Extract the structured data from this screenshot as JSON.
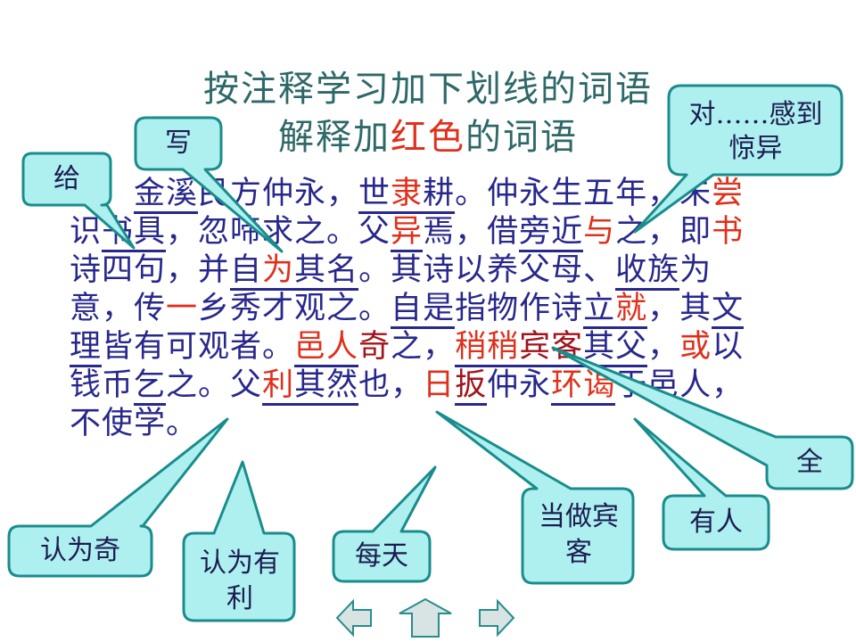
{
  "title": {
    "line1": "按注释学习加下划线的词语",
    "line2_a": "解释加",
    "line2_red": "红色",
    "line2_b": "的词语"
  },
  "passage": [
    {
      "t": "　　",
      "s": ""
    },
    {
      "t": "金溪",
      "s": "u"
    },
    {
      "t": "民方仲永，",
      "s": ""
    },
    {
      "t": "世",
      "s": "u"
    },
    {
      "t": "隶",
      "s": "u r"
    },
    {
      "t": "耕",
      "s": "u"
    },
    {
      "t": "。仲永生五年，",
      "s": ""
    },
    {
      "t": "未",
      "s": ""
    },
    {
      "t": "尝",
      "s": "r"
    },
    {
      "t": "识",
      "s": ""
    },
    {
      "t": "书具",
      "s": "u"
    },
    {
      "t": "，忽啼求之。父",
      "s": ""
    },
    {
      "t": "异",
      "s": "u r"
    },
    {
      "t": "焉，借",
      "s": ""
    },
    {
      "t": "旁近",
      "s": "u"
    },
    {
      "t": "与",
      "s": "r"
    },
    {
      "t": "之，即",
      "s": ""
    },
    {
      "t": "书",
      "s": "r"
    },
    {
      "t": "诗四句，并",
      "s": ""
    },
    {
      "t": "自",
      "s": "u"
    },
    {
      "t": "为",
      "s": "u r"
    },
    {
      "t": "其名",
      "s": "u"
    },
    {
      "t": "。其诗以",
      "s": ""
    },
    {
      "t": "养父母、",
      "s": ""
    },
    {
      "t": "收族",
      "s": "u"
    },
    {
      "t": "为意，传",
      "s": ""
    },
    {
      "t": "一",
      "s": "r"
    },
    {
      "t": "乡秀才观之。",
      "s": ""
    },
    {
      "t": "自",
      "s": "u"
    },
    {
      "t": "是",
      "s": "u"
    },
    {
      "t": "指物作诗",
      "s": ""
    },
    {
      "t": "立",
      "s": "u"
    },
    {
      "t": "就",
      "s": "u r"
    },
    {
      "t": "，其",
      "s": ""
    },
    {
      "t": "文理",
      "s": "u"
    },
    {
      "t": "皆有可观者。",
      "s": ""
    },
    {
      "t": "邑",
      "s": "u r"
    },
    {
      "t": "人",
      "s": "u r"
    },
    {
      "t": "奇",
      "s": "dr"
    },
    {
      "t": "之，",
      "s": ""
    },
    {
      "t": "稍稍",
      "s": "u r"
    },
    {
      "t": "宾客",
      "s": "u dr"
    },
    {
      "t": "其父",
      "s": "u"
    },
    {
      "t": "，",
      "s": ""
    },
    {
      "t": "或",
      "s": "r"
    },
    {
      "t": "以钱币",
      "s": ""
    },
    {
      "t": "乞",
      "s": "u"
    },
    {
      "t": "之。",
      "s": ""
    },
    {
      "t": "父",
      "s": ""
    },
    {
      "t": "利",
      "s": "u r"
    },
    {
      "t": "其然",
      "s": "u"
    },
    {
      "t": "也，",
      "s": ""
    },
    {
      "t": "日",
      "s": "r"
    },
    {
      "t": "扳",
      "s": "u dr"
    },
    {
      "t": "仲永",
      "s": ""
    },
    {
      "t": "环谒",
      "s": "u r"
    },
    {
      "t": "于邑人，不使",
      "s": ""
    },
    {
      "t": "学。",
      "s": ""
    }
  ],
  "callouts": {
    "gei": "给",
    "xie": "写",
    "dui": "对……感到惊异",
    "quan": "全",
    "renweiqi": "认为奇",
    "renweiyouli": "认为有利",
    "meitian": "每天",
    "dangzuobinke": "当做宾客",
    "youren": "有人"
  },
  "nav": {
    "prev": "left-arrow-icon",
    "home": "up-arrow-icon",
    "next": "right-arrow-icon"
  },
  "colors": {
    "title": "#2e6868",
    "passage": "#28288c",
    "highlight": "#e0301c",
    "callout_fill": "#aef0f0",
    "callout_border": "#1a8c8c"
  }
}
